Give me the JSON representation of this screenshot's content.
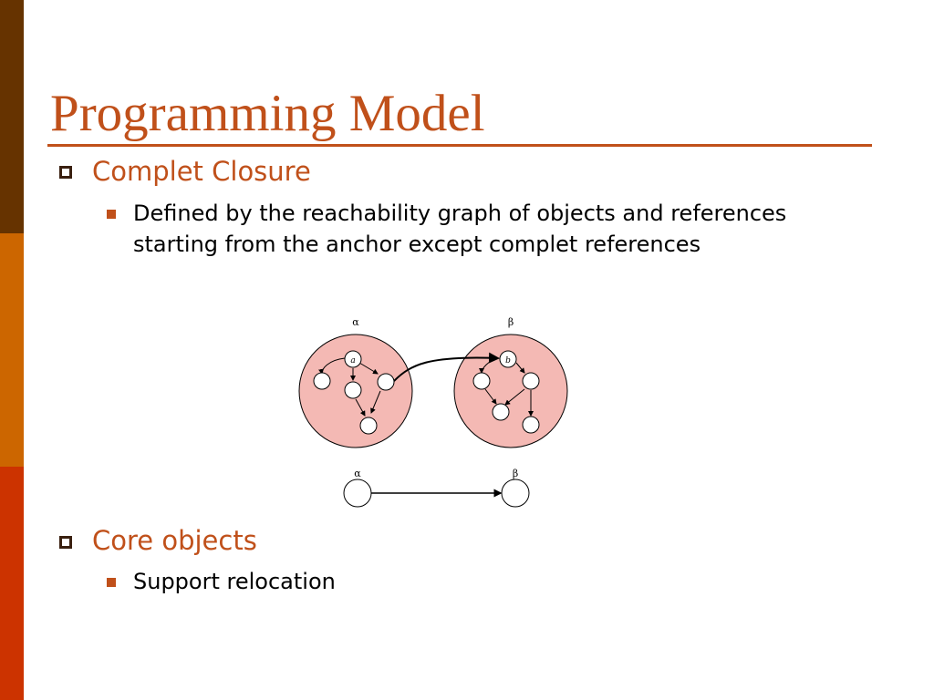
{
  "slide": {
    "title": "Programming Model",
    "sections": [
      {
        "heading": "Complet Closure",
        "items": [
          "Defined by the reachability graph of objects and references starting from the anchor except complet references"
        ]
      },
      {
        "heading": "Core objects",
        "items": [
          "Support relocation"
        ]
      }
    ]
  },
  "diagram": {
    "complet_labels": [
      "α",
      "β"
    ],
    "anchor_labels": [
      "a",
      "b"
    ],
    "colors": {
      "complet_fill": "#f4b9b4",
      "line": "#000000",
      "node_fill": "#ffffff"
    }
  },
  "theme": {
    "accent": "#c0501a",
    "sidebar": [
      "#663300",
      "#cc6600",
      "#cc3300"
    ]
  }
}
